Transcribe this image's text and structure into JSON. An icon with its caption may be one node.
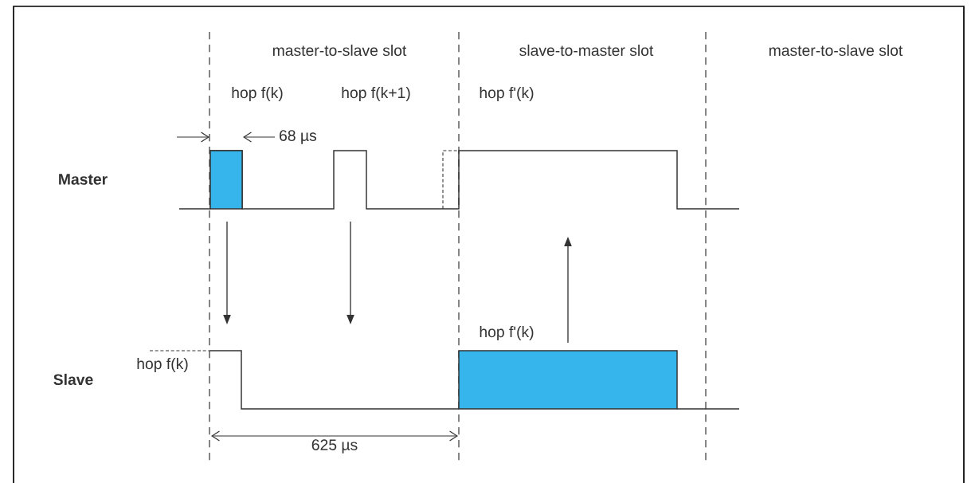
{
  "diagram": {
    "labels": [
      "master-to-slave slot",
      "slave-to-master slot",
      "master-to-slave slot",
      "hop f(k)",
      "hop f(k+1)",
      "hop f'(k)",
      "68 µs",
      "Master",
      "hop f'(k)",
      "hop f(k)",
      "Slave",
      "625 µs"
    ]
  }
}
